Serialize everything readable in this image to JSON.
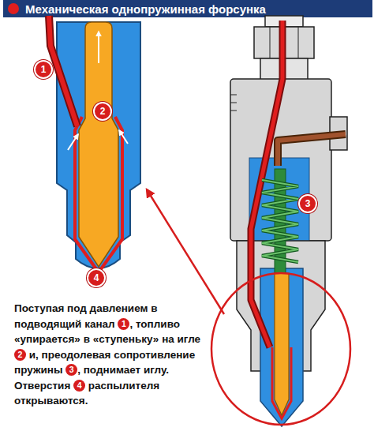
{
  "diagram": {
    "title": "Механическая однопружинная форсунка",
    "caption": "Поступая под давлением в подводящий канал 1, топливо «упирается» в «ступеньку» на игле 2 и, преодолевая сопротивление пружины 3, поднимает иглу. Отверстия 4 распылителя открываются.",
    "labels": [
      "1",
      "2",
      "3",
      "4"
    ]
  }
}
